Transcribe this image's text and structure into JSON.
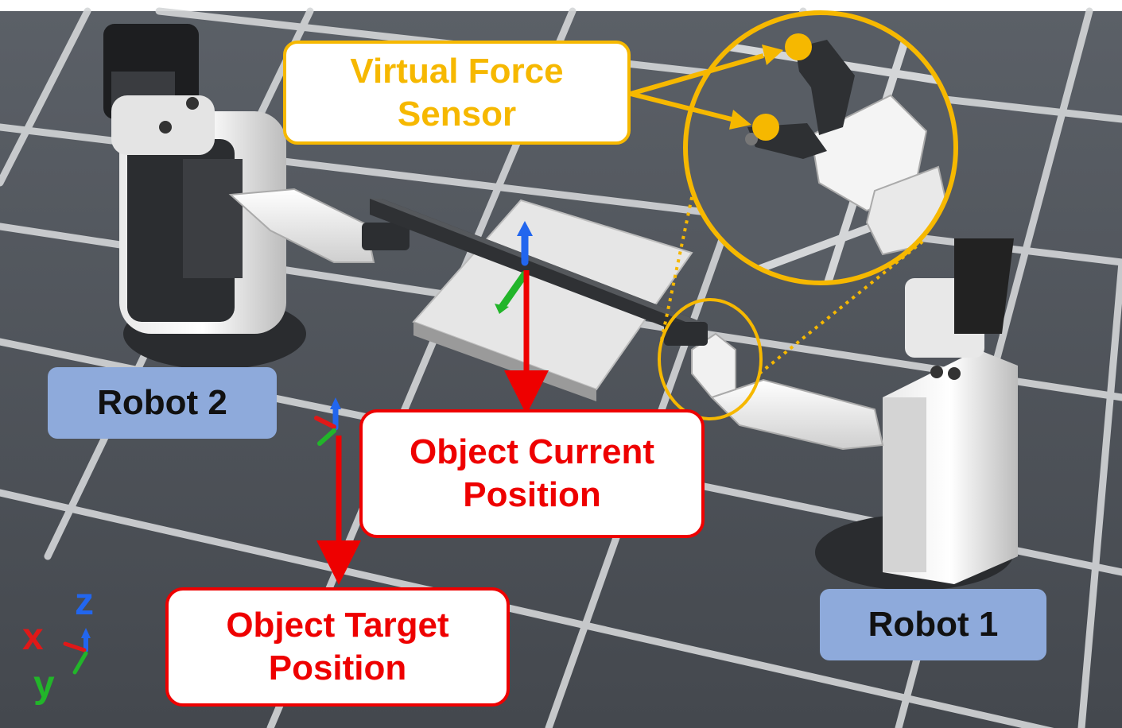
{
  "labels": {
    "virtual_force_sensor": [
      "Virtual Force",
      "Sensor"
    ],
    "robot_2": "Robot 2",
    "robot_1": "Robot 1",
    "object_current_position": [
      "Object Current",
      "Position"
    ],
    "object_target_position": [
      "Object Target",
      "Position"
    ]
  },
  "axes_legend": {
    "z": "z",
    "x": "x",
    "y": "y"
  },
  "colors": {
    "sensor_accent": "#f6b800",
    "position_accent": "#ee0000",
    "robot_label_bg": "#8eaadb",
    "floor": "#4a4f56",
    "grid_lines": "#d4d6d8",
    "axis_x": "#e01818",
    "axis_y": "#22b52a",
    "axis_z": "#2266ee"
  }
}
